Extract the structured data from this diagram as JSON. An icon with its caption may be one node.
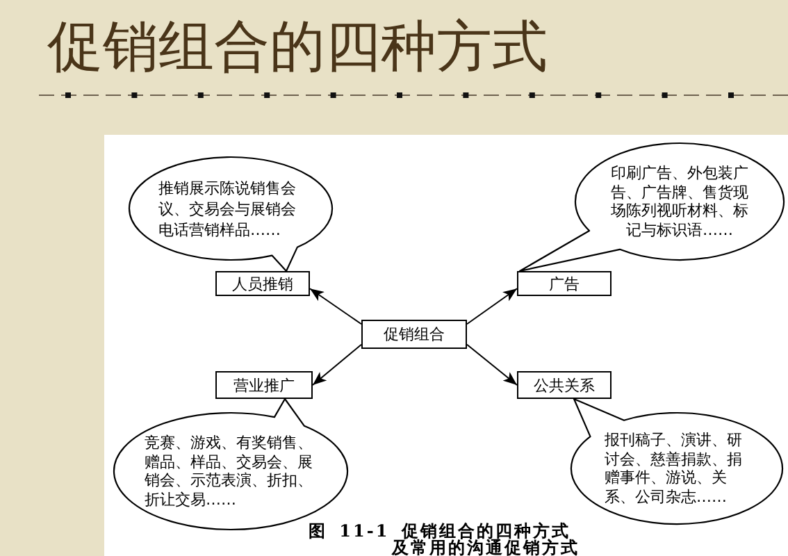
{
  "diagram": {
    "title": "促销组合的四种方式",
    "caption": "图 11-1 促销组合的四种方式及常用的沟通促销方式",
    "nodes": [
      {
        "text": [
          "推销展示陈说销售会议、交易会与展销会电话营销样品……"
        ]
      },
      {
        "text": [
          "印刷广告、外包装广告、广告牌、售货现场陈列视听材料、标记与标识语……"
        ]
      },
      {
        "text": [
          "人员推销"
        ]
      },
      {
        "text": [
          "广告"
        ]
      },
      {
        "text": [
          "促销组合"
        ]
      },
      {
        "text": [
          "营业推广"
        ]
      },
      {
        "text": [
          "公共关系"
        ]
      },
      {
        "text": [
          "竞赛、游戏、有奖销售、赠品、样品、交易会、展销会、示范表演、折扣、折让交易……"
        ]
      },
      {
        "text": [
          "报刊稿子、演讲、研讨会、慈善捐款、捐赠事件、游说、关系、公司杂志……"
        ]
      }
    ],
    "edges": [
      {
        "from": 4,
        "to": 2,
        "arrow": "to"
      },
      {
        "from": 4,
        "to": 3,
        "arrow": "to"
      },
      {
        "from": 4,
        "to": 5,
        "arrow": "to"
      },
      {
        "from": 4,
        "to": 6,
        "arrow": "to"
      }
    ]
  }
}
